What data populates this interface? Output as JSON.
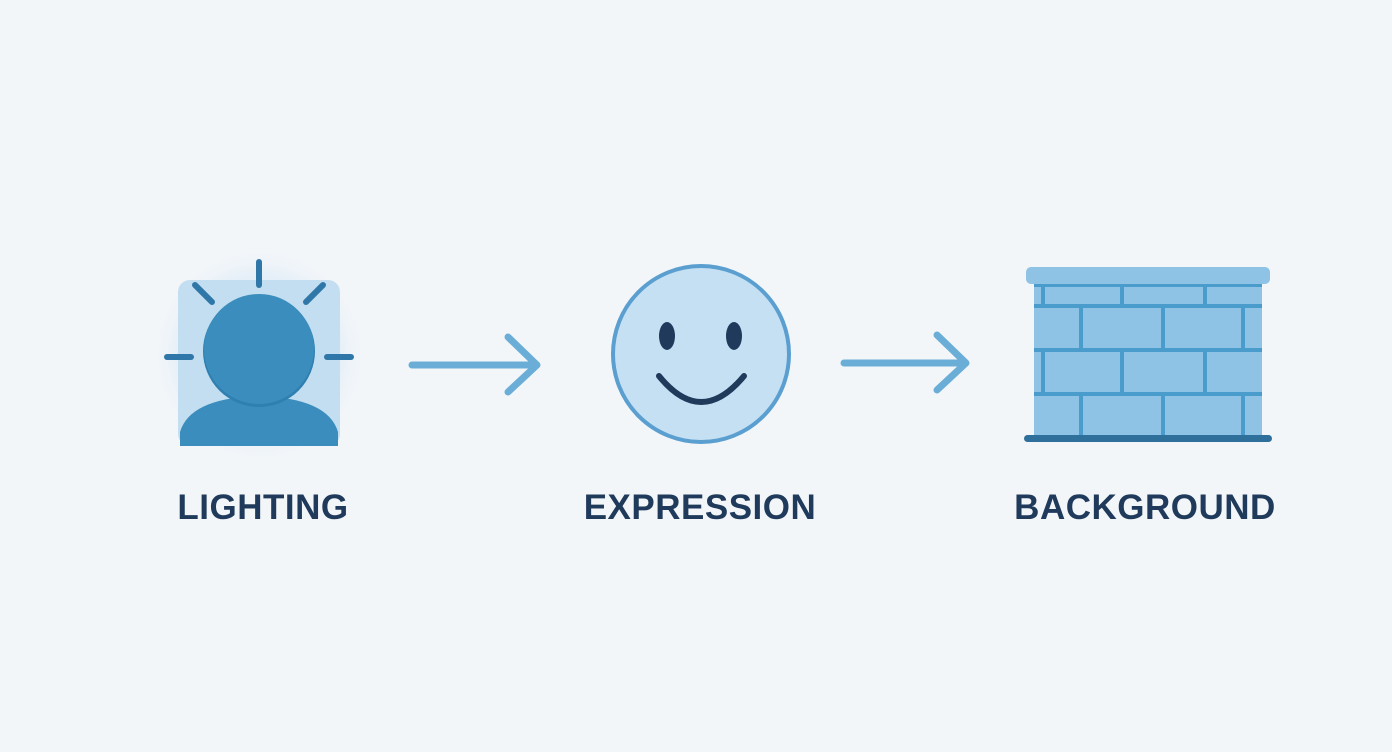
{
  "steps": [
    {
      "label": "LIGHTING",
      "icon": "person-lighting-icon"
    },
    {
      "label": "EXPRESSION",
      "icon": "smiley-face-icon"
    },
    {
      "label": "BACKGROUND",
      "icon": "brick-wall-icon"
    }
  ],
  "colors": {
    "background": "#f3f6f9",
    "text": "#1f3a5a",
    "primary": "#3a8dbd",
    "light": "#c3def1",
    "arrow": "#6aaed8"
  }
}
